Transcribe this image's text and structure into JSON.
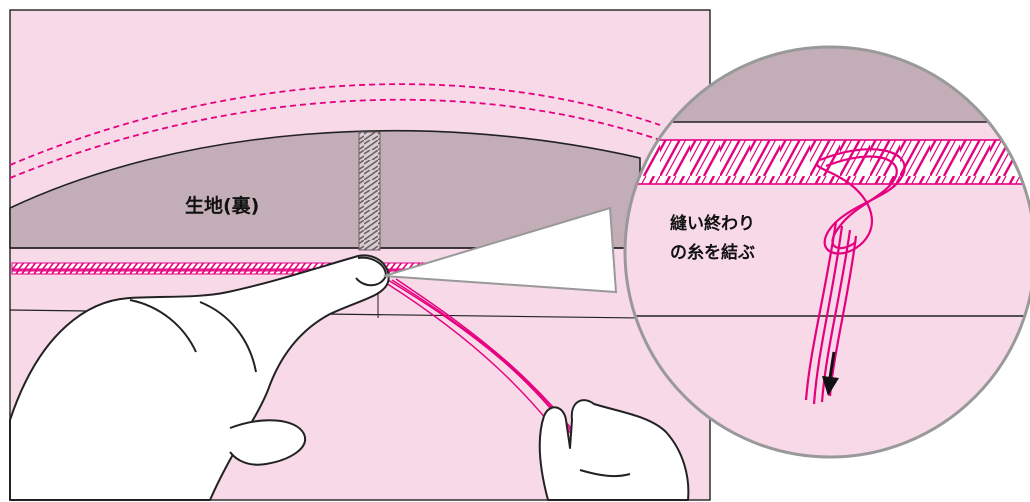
{
  "labels": {
    "fabric": "生地(裏)",
    "instruction_line1": "縫い終わり",
    "instruction_line2": "の糸を結ぶ"
  },
  "colors": {
    "fabric_pink": "#F7D9E7",
    "fabric_gray": "#C3AEB7",
    "thread_magenta": "#E5007F",
    "outline": "#222222",
    "lens_border": "#999999"
  },
  "icons": {
    "arrow": "arrow-down-icon"
  }
}
